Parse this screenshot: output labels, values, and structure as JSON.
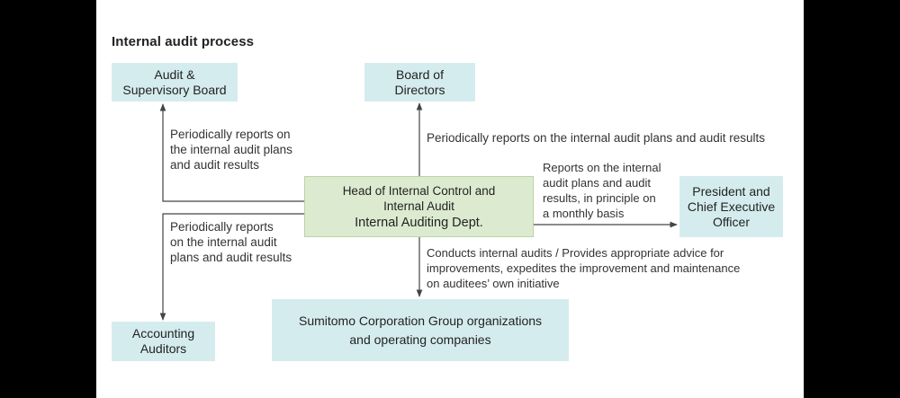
{
  "diagram": {
    "title": "Internal audit process",
    "nodes": {
      "audit_board": {
        "lines": [
          "Audit &",
          "Supervisory Board"
        ]
      },
      "board_directors": {
        "lines": [
          "Board of",
          "Directors"
        ]
      },
      "head": {
        "lines": [
          "Head of Internal Control and",
          "Internal Audit"
        ],
        "dept": "Internal Auditing Dept."
      },
      "president": {
        "lines": [
          "President and",
          "Chief Executive",
          "Officer"
        ]
      },
      "accounting": {
        "lines": [
          "Accounting",
          "Auditors"
        ]
      },
      "sumitomo": {
        "lines": [
          "Sumitomo Corporation Group organizations",
          "and operating companies"
        ]
      }
    },
    "edge_labels": {
      "to_audit_board": [
        "Periodically reports on",
        "the internal audit plans",
        "and audit results"
      ],
      "to_board_directors": [
        "Periodically reports on the internal audit plans and audit results"
      ],
      "to_president": [
        "Reports on the internal",
        "audit plans and audit",
        "results, in principle on",
        "a monthly basis"
      ],
      "to_accounting": [
        "Periodically reports",
        "on the internal audit",
        "plans and audit results"
      ],
      "to_sumitomo": [
        "Conducts internal audits / Provides appropriate advice for",
        "improvements, expedites the improvement and maintenance",
        "on auditees’ own initiative"
      ]
    },
    "colors": {
      "node_fill": "#d5ecee",
      "center_fill": "#dcebd0",
      "line": "#444444"
    }
  }
}
